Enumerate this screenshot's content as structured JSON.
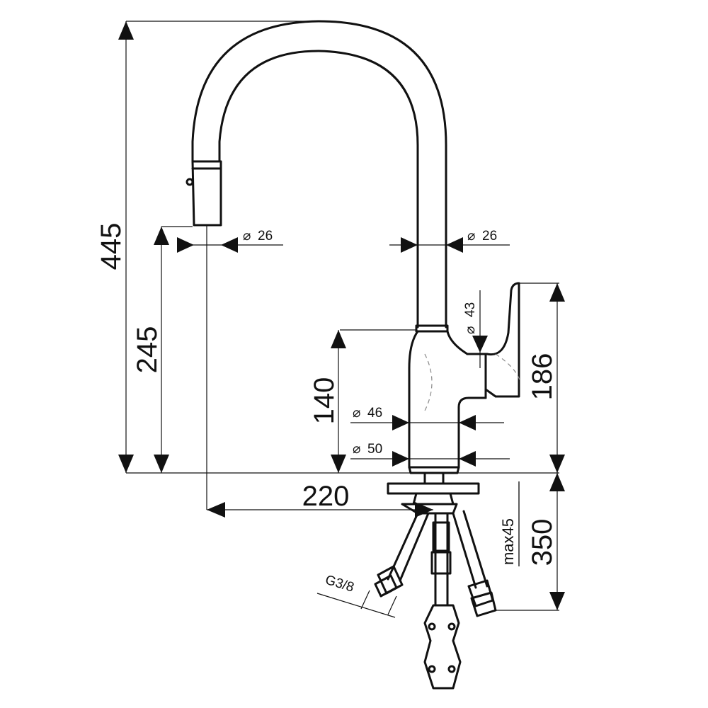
{
  "dimensions": {
    "total_height": "445",
    "spout_outlet_height": "245",
    "body_height": "140",
    "handle_height": "186",
    "reach": "220",
    "hose_length": "350",
    "max_deck_thickness": "max45",
    "outlet_diameter": "26",
    "spout_tube_diameter": "26",
    "handle_diameter": "43",
    "body_upper_diameter": "46",
    "base_diameter": "50",
    "hose_thread": "G3/8"
  },
  "symbols": {
    "diameter": "⌀"
  }
}
